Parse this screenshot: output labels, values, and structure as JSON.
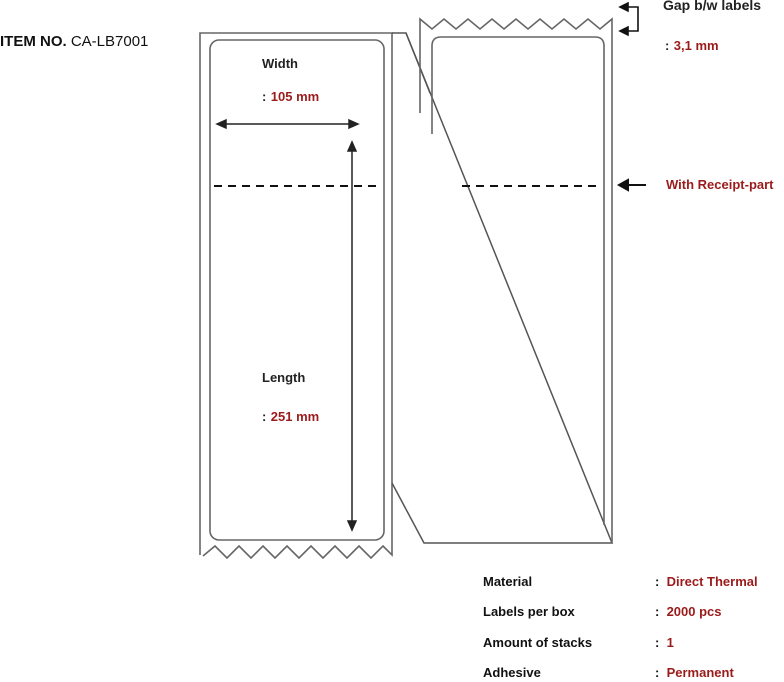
{
  "item": {
    "label": "ITEM NO.",
    "value": "CA-LB7001"
  },
  "width": {
    "label": "Width",
    "colon": ":",
    "value": "105 mm"
  },
  "length": {
    "label": "Length",
    "colon": ":",
    "value": "251 mm"
  },
  "gap": {
    "label": "Gap b/w labels",
    "colon": ":",
    "value": "3,1 mm"
  },
  "receipt": {
    "label": "With Receipt-part"
  },
  "specs": [
    {
      "label": "Material",
      "colon": ":",
      "value": "Direct Thermal"
    },
    {
      "label": "Labels per box",
      "colon": ":",
      "value": "2000 pcs"
    },
    {
      "label": "Amount of stacks",
      "colon": ":",
      "value": "1"
    },
    {
      "label": "Adhesive",
      "colon": ":",
      "value": "Permanent"
    }
  ],
  "colors": {
    "accent": "#9b1b1b",
    "line": "#555555"
  }
}
